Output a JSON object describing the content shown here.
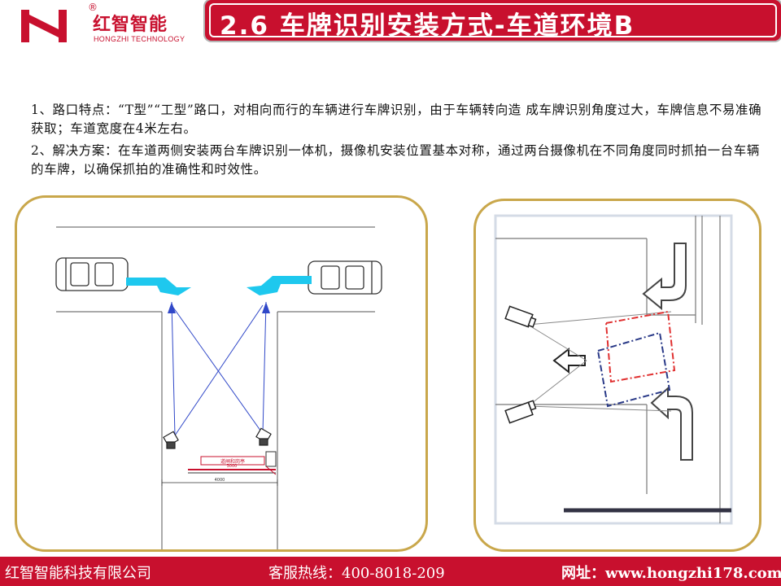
{
  "header": {
    "logo_cn": "红智智能",
    "logo_en": "HONGZHI TECHNOLOGY",
    "logo_reg": "®",
    "title": "2.6 车牌识别安装方式-车道环境B"
  },
  "content": {
    "para1": "1、路口特点：“T型”“工型”路口，对相向而行的车辆进行车牌识别，由于车辆转向造 成车牌识别角度过大，车牌信息不易准确获取；车道宽度在4米左右。",
    "para2": "2、解决方案：在车道两侧安装两台车牌识别一体机，摄像机安装位置基本对称，通过两台摄像机在不同角度同时抓拍一台车辆的车牌，以确保抓拍的准确性和时效性。"
  },
  "diagram_left": {
    "sign_label": "道闸和岗亭",
    "dim_inner": "3000",
    "dim_lane": "4000"
  },
  "footer": {
    "company": "红智智能科技有限公司",
    "hotline": "客服热线：400-8018-209",
    "website": "网址：www.hongzhi178.com"
  },
  "colors": {
    "brand_red": "#c8102e",
    "panel_border": "#c9a74b",
    "arrow_cyan": "#1ec8ee",
    "sight_blue": "#3048c8"
  }
}
